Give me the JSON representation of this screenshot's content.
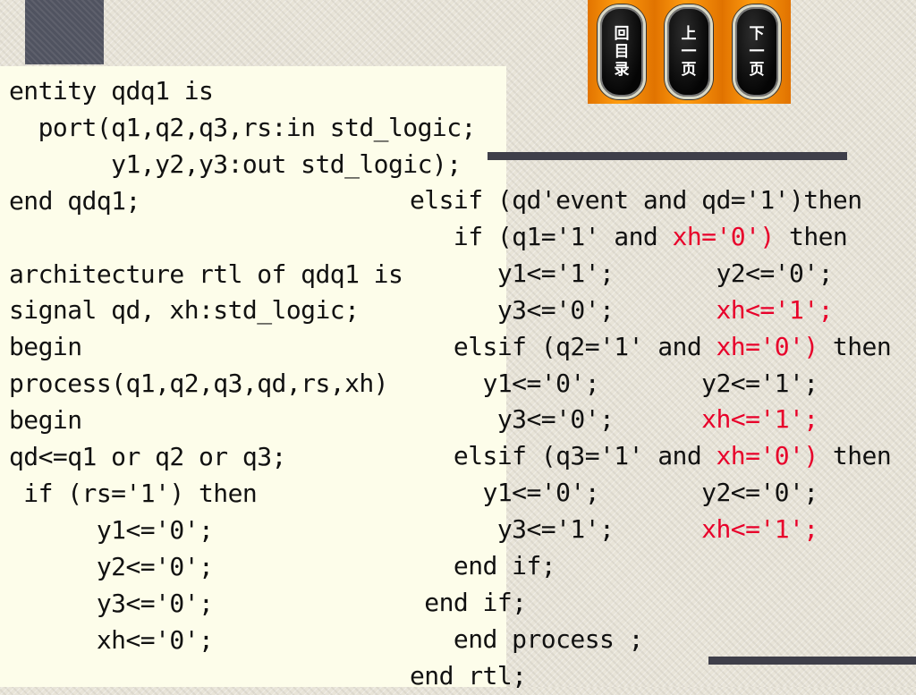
{
  "nav_buttons": [
    {
      "chars": [
        "回",
        "目",
        "录"
      ]
    },
    {
      "chars": [
        "上",
        "一",
        "页"
      ]
    },
    {
      "chars": [
        "下",
        "一",
        "页"
      ]
    }
  ],
  "colors": {
    "highlight": "#e8002a",
    "panel": "#fdfdea",
    "nav": "#ff9d10"
  },
  "code_left": [
    "entity qdq1 is",
    "  port(q1,q2,q3,rs:in std_logic;",
    "       y1,y2,y3:out std_logic);",
    "end qdq1;",
    "",
    "architecture rtl of qdq1 is",
    "signal qd, xh:std_logic;",
    "begin",
    "process(q1,q2,q3,qd,rs,xh)",
    "begin",
    "qd<=q1 or q2 or q3;",
    " if (rs='1') then",
    "      y1<='0';",
    "      y2<='0';",
    "      y3<='0';",
    "      xh<='0';"
  ],
  "code_right": [
    [
      {
        "t": "elsif (qd'event and qd='1')then"
      }
    ],
    [
      {
        "t": "   if (q1='1' and "
      },
      {
        "t": "xh='0')",
        "r": true
      },
      {
        "t": " then"
      }
    ],
    [
      {
        "t": "      y1<='1';       y2<='0';"
      }
    ],
    [
      {
        "t": "      y3<='0';       "
      },
      {
        "t": "xh<='1';",
        "r": true
      }
    ],
    [
      {
        "t": "   elsif (q2='1' and "
      },
      {
        "t": "xh='0')",
        "r": true
      },
      {
        "t": " then"
      }
    ],
    [
      {
        "t": "     y1<='0';       y2<='1';"
      }
    ],
    [
      {
        "t": "      y3<='0';      "
      },
      {
        "t": "xh<='1';",
        "r": true
      }
    ],
    [
      {
        "t": "   elsif (q3='1' and "
      },
      {
        "t": "xh='0')",
        "r": true
      },
      {
        "t": " then"
      }
    ],
    [
      {
        "t": "     y1<='0';       y2<='0';"
      }
    ],
    [
      {
        "t": "      y3<='1';      "
      },
      {
        "t": "xh<='1';",
        "r": true
      }
    ],
    [
      {
        "t": "   end if;"
      }
    ],
    [
      {
        "t": " end if;"
      }
    ],
    [
      {
        "t": "   end process ;"
      }
    ],
    [
      {
        "t": "end rtl;"
      }
    ]
  ]
}
